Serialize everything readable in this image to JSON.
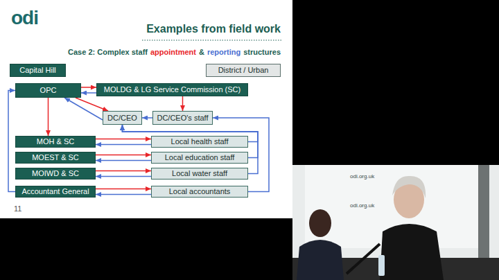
{
  "diagram": {
    "title": "Examples from field work",
    "nodes": [
      {
        "text": [
          "Capital Hill"
        ]
      },
      {
        "text": [
          "District / Urban"
        ]
      },
      {
        "text": [
          "OPC"
        ]
      },
      {
        "text": [
          "MOLDG & LG Service Commission (SC)"
        ]
      },
      {
        "text": [
          "DC/CEO"
        ]
      },
      {
        "text": [
          "DC/CEO's staff"
        ]
      },
      {
        "text": [
          "MOH & SC"
        ]
      },
      {
        "text": [
          "Local health staff"
        ]
      },
      {
        "text": [
          "MOEST & SC"
        ]
      },
      {
        "text": [
          "Local education staff"
        ]
      },
      {
        "text": [
          "MOIWD & SC"
        ]
      },
      {
        "text": [
          "Local water staff"
        ]
      },
      {
        "text": [
          "Accountant General"
        ]
      },
      {
        "text": [
          "Local accountants"
        ]
      }
    ],
    "edges": [
      {
        "from": 2,
        "to": 3,
        "arrow": "to"
      },
      {
        "from": 3,
        "to": 2,
        "arrow": "to"
      },
      {
        "from": 3,
        "to": 5,
        "arrow": "to"
      },
      {
        "from": 2,
        "to": 4,
        "arrow": "to"
      },
      {
        "from": 4,
        "to": 2,
        "arrow": "to"
      },
      {
        "from": 5,
        "to": 4,
        "arrow": "to"
      },
      {
        "from": 2,
        "to": 6,
        "arrow": "to"
      },
      {
        "from": 6,
        "to": 7,
        "arrow": "to"
      },
      {
        "from": 7,
        "to": 6,
        "arrow": "to"
      },
      {
        "from": 8,
        "to": 9,
        "arrow": "to"
      },
      {
        "from": 9,
        "to": 8,
        "arrow": "to"
      },
      {
        "from": 10,
        "to": 11,
        "arrow": "to"
      },
      {
        "from": 11,
        "to": 10,
        "arrow": "to"
      },
      {
        "from": 12,
        "to": 13,
        "arrow": "to"
      },
      {
        "from": 13,
        "to": 12,
        "arrow": "to"
      },
      {
        "from": 12,
        "to": 2,
        "arrow": "to"
      },
      {
        "from": 7,
        "to": 4,
        "arrow": "to"
      },
      {
        "from": 9,
        "to": 4,
        "arrow": "to"
      },
      {
        "from": 11,
        "to": 4,
        "arrow": "to"
      },
      {
        "from": 13,
        "to": 5,
        "arrow": "to"
      }
    ],
    "labels": [
      "odi",
      "Case 2: Complex staff",
      "appointment",
      "&",
      "reporting",
      "structures",
      "11",
      "odi.org.uk",
      "odi.org.uk"
    ]
  }
}
